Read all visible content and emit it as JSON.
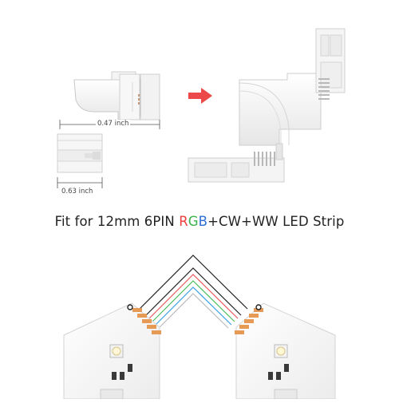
{
  "dimensions": {
    "width_label": "0.47 inch",
    "depth_label": "0.63 inch"
  },
  "arrow_icon": "right-arrow-icon",
  "headline": {
    "prefix": "Fit for 12mm 6PIN ",
    "r": "R",
    "g": "G",
    "b": "B",
    "suffix": "+CW+WW LED Strip"
  },
  "colors": {
    "arrow": "#ec4a4a",
    "wire_red": "#ef5b5b",
    "wire_green": "#4fbf5f",
    "wire_blue": "#3aa0e8",
    "wire_black": "#222222",
    "pad_copper": "#e79a55"
  }
}
